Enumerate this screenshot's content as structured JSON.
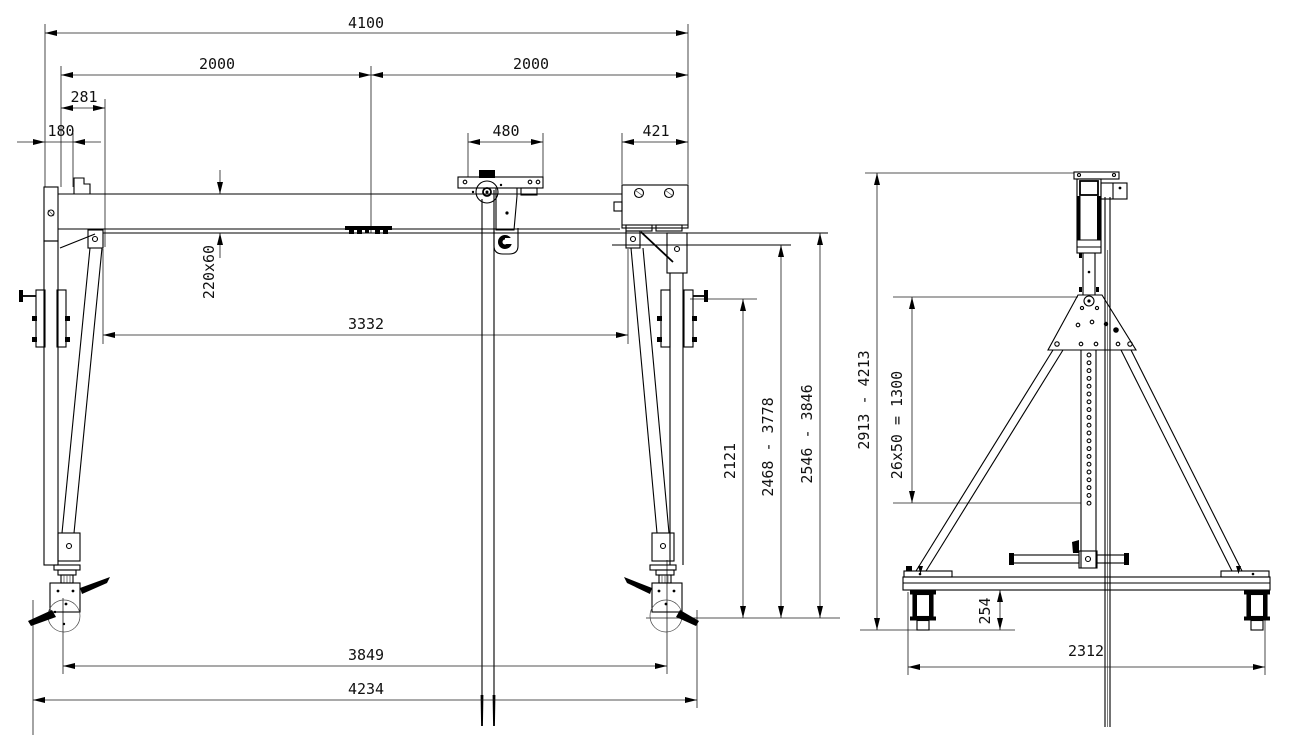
{
  "drawing": {
    "front_view": {
      "horizontal_dims": {
        "overall_top": "4100",
        "left_half": "2000",
        "right_half": "2000",
        "offset_a": "281",
        "offset_b": "180",
        "trolley_width": "480",
        "box_width": "421",
        "brace_span": "3332",
        "wheel_track": "3849",
        "overall_width": "4234"
      },
      "vertical_dims": {
        "beam_section": "220x60",
        "height_a": "2121",
        "height_range_b": "2468 - 3778",
        "height_range_c": "2546 - 3846"
      }
    },
    "side_view": {
      "vertical_dims": {
        "overall_height_range": "2913 - 4213",
        "hole_pattern": "26x50 = 1300",
        "caster_height": "254"
      },
      "horizontal_dims": {
        "base_width": "2312"
      }
    }
  }
}
